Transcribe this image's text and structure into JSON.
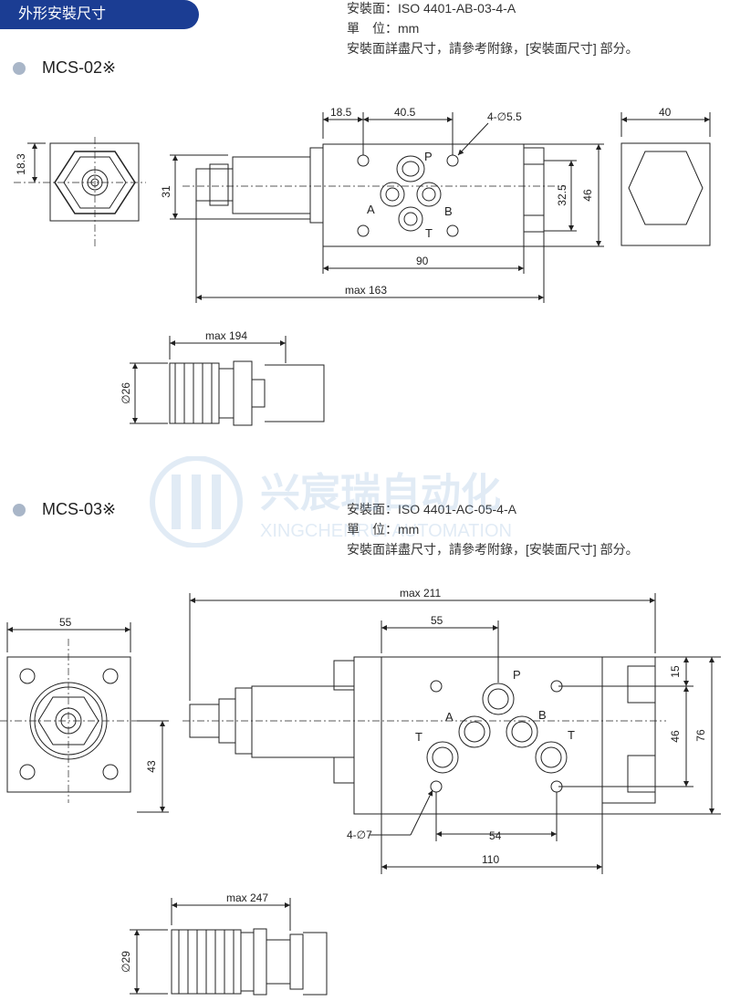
{
  "header": {
    "title": "外形安裝尺寸"
  },
  "sections": [
    {
      "model": "MCS-02※",
      "spec": {
        "surface_label": "安裝面：",
        "surface_value": "ISO 4401-AB-03-4-A",
        "unit_label": "單　位：",
        "unit_value": "mm",
        "note": "安裝面詳盡尺寸，請參考附錄，[安裝面尺寸] 部分。"
      },
      "dims": {
        "d1": "18.5",
        "d2": "40.5",
        "holes": "4-∅5.5",
        "side_w": "40",
        "h1": "18.3",
        "h2": "31",
        "h3": "32.5",
        "h4": "46",
        "len1": "90",
        "len2": "max 163",
        "knob_len": "max 194",
        "knob_dia": "∅26",
        "port_p": "P",
        "port_a": "A",
        "port_b": "B",
        "port_t": "T"
      }
    },
    {
      "model": "MCS-03※",
      "spec": {
        "surface_label": "安裝面：",
        "surface_value": "ISO 4401-AC-05-4-A",
        "unit_label": "單　位：",
        "unit_value": "mm",
        "note": "安裝面詳盡尺寸，請參考附錄，[安裝面尺寸] 部分。"
      },
      "dims": {
        "front_w": "55",
        "front_h": "43",
        "total_len": "max 211",
        "port_w": "55",
        "h15": "15",
        "h46": "46",
        "h76": "76",
        "holes": "4-∅7",
        "len54": "54",
        "len110": "110",
        "knob_len": "max 247",
        "knob_dia": "∅29",
        "port_p": "P",
        "port_a": "A",
        "port_b": "B",
        "port_t": "T"
      }
    }
  ],
  "watermark": {
    "cn": "兴宸瑞自动化",
    "en": "XINGCHENRUI AUTOMATION"
  },
  "colors": {
    "header_bg": "#1b3d93",
    "bullet": "#a9b6c8",
    "line": "#222222",
    "watermark": "#7aa7d6"
  }
}
